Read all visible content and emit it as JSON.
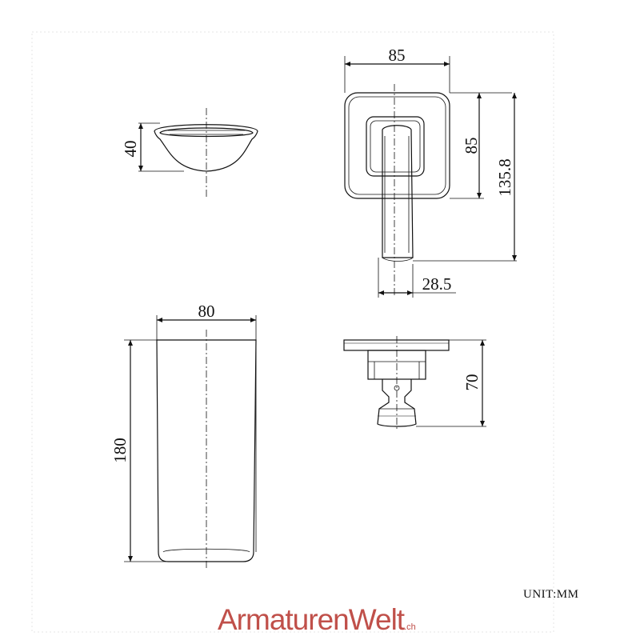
{
  "dimensions": {
    "top_view_height": "40",
    "handle_width": "85",
    "plate_height": "85",
    "overall_height": "135.8",
    "spout_projection": "28.5",
    "front_width": "80",
    "front_height": "180",
    "side_depth": "70"
  },
  "unit_label": "UNIT:MM",
  "watermark": {
    "name": "ArmaturenWelt",
    "tld": ".ch"
  },
  "colors": {
    "line": "#111111",
    "watermark": "#c0504a"
  }
}
